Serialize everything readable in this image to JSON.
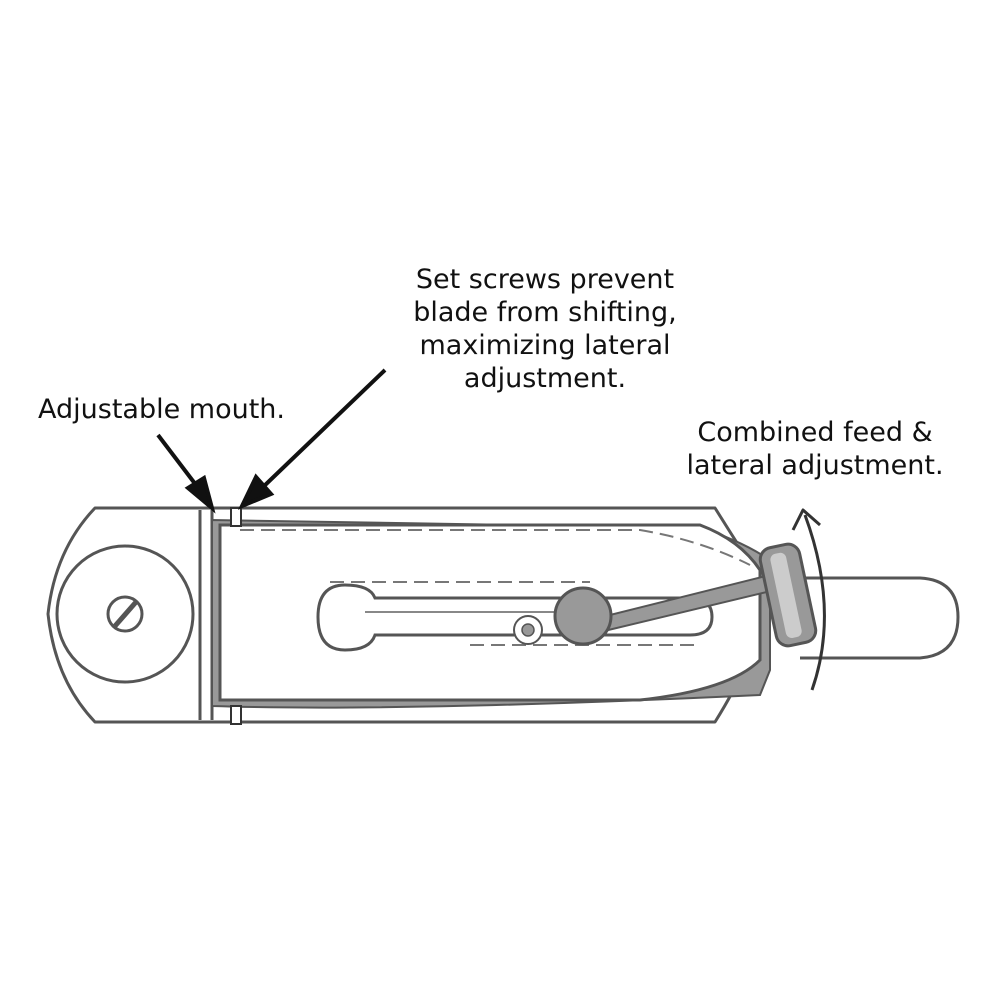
{
  "callouts": {
    "set_screws": {
      "lines": [
        "Set screws prevent",
        "blade from shifting,",
        "maximizing lateral",
        "adjustment."
      ]
    },
    "adjustable_mouth": {
      "text": "Adjustable mouth."
    },
    "feed_adjustment": {
      "lines": [
        "Combined feed &",
        "lateral adjustment."
      ]
    }
  },
  "colors": {
    "outline": "#555555",
    "dark_outline": "#333333",
    "shading": "#999999",
    "background": "#ffffff",
    "text": "#111111"
  }
}
